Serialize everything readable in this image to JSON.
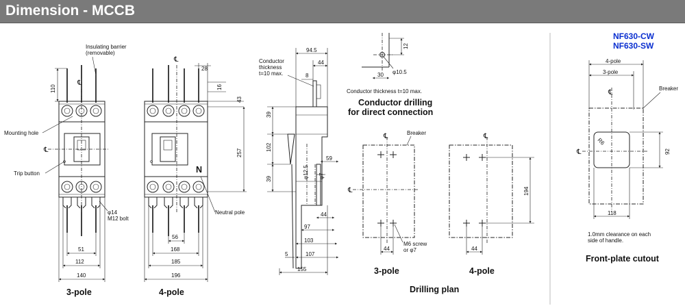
{
  "header": {
    "title": "Dimension - MCCB"
  },
  "views": {
    "three_pole_front": {
      "label": "3-pole",
      "annotations": {
        "insulating_barrier": "Insulating barrier",
        "removable": "(removable)",
        "mounting_hole": "Mounting hole",
        "trip_button": "Trip button",
        "phi14": "φ14",
        "m12_bolt": "M12 bolt"
      },
      "dims": {
        "d110": "110",
        "d51": "51",
        "d112": "112",
        "d140": "140"
      }
    },
    "four_pole_front": {
      "label": "4-pole",
      "annotations": {
        "neutral_pole": "Neutral pole",
        "n_mark": "N"
      },
      "dims": {
        "d28": "28",
        "d16": "16",
        "d43": "43",
        "d257": "257",
        "d56": "56",
        "d168": "168",
        "d185": "185",
        "d196": "196"
      }
    },
    "side_view": {
      "annotations": {
        "conductor_thickness_1": "Conductor",
        "conductor_thickness_2": "thickness",
        "conductor_thickness_3": "t=10 max."
      },
      "dims": {
        "d94_5": "94.5",
        "d44a": "44",
        "d8": "8",
        "d39a": "39",
        "d102": "102",
        "d39b": "39",
        "d12_5": "φ12.5",
        "d7": "φ7",
        "d59": "59",
        "d44b": "44",
        "d97": "97",
        "d103": "103",
        "d5": "5",
        "d107": "107",
        "d155": "155"
      }
    },
    "conductor_drilling": {
      "dims": {
        "d12": "12",
        "d30": "30",
        "d10_5": "φ10.5"
      },
      "note": "Conductor thickness t=10 max.",
      "title_1": "Conductor drilling",
      "title_2": "for direct connection"
    },
    "drilling_plan": {
      "breaker_label": "Breaker",
      "screw_1": "M6 screw",
      "screw_2": "or φ7",
      "dims": {
        "d44a": "44",
        "d44b": "44",
        "d194": "194"
      },
      "label_3p": "3-pole",
      "label_4p": "4-pole",
      "title": "Drilling plan"
    },
    "front_plate": {
      "model_1": "NF630-CW",
      "model_2": "NF630-SW",
      "dims": {
        "d4pole": "4-pole",
        "d3pole": "3-pole",
        "r6": "R6",
        "d92": "92",
        "d118": "118"
      },
      "breaker_label": "Breaker",
      "note_1": "1.0mm clearance on each",
      "note_2": "side of handle.",
      "title": "Front-plate cutout"
    }
  },
  "colors": {
    "header_bg": "#7a7a7a",
    "header_text": "#ffffff",
    "model_blue": "#0a2fd0",
    "line": "#222222"
  }
}
